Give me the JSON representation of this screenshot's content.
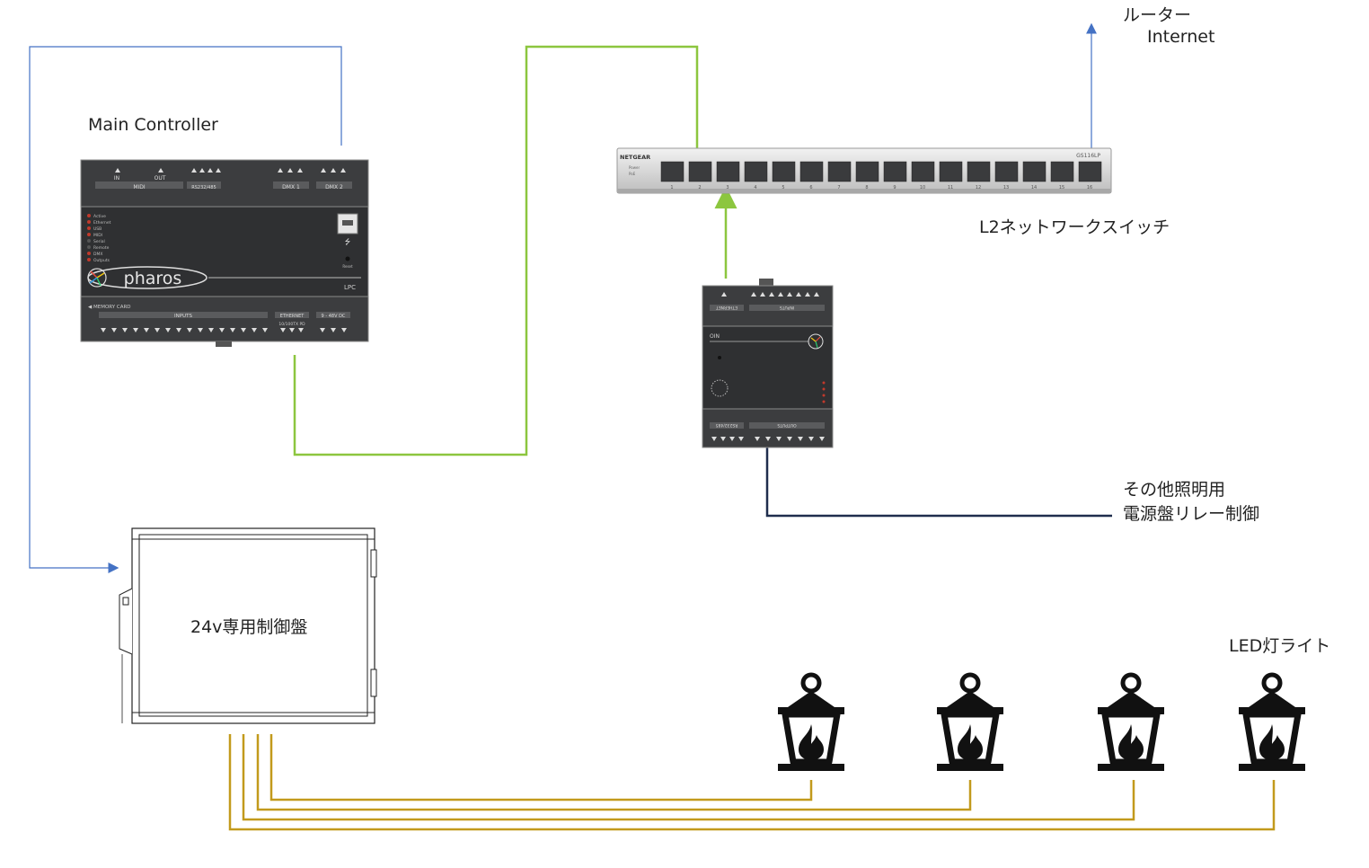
{
  "labels": {
    "main_controller": "Main Controller",
    "router": "ルーター",
    "internet": "Internet",
    "l2_switch": "L2ネットワークスイッチ",
    "relay_line1": "その他照明用",
    "relay_line2": "電源盤リレー制御",
    "panel": "24v専用制御盤",
    "led_lights": "LED灯ライト"
  },
  "controller": {
    "brand": "pharos",
    "model": "LPC",
    "top_groups": [
      "MIDI",
      "RS232/485",
      "DMX 1",
      "DMX 2"
    ],
    "midi_ports": [
      "IN",
      "OUT"
    ],
    "status_leds": [
      "Active",
      "Ethernet",
      "USB",
      "MIDI",
      "Serial",
      "Remote",
      "DMX",
      "Outputs"
    ],
    "reset_label": "Reset",
    "memory_card": "◀ MEMORY CARD",
    "bottom_groups": [
      "INPUTS",
      "ETHERNET",
      "9 - 48V DC"
    ],
    "ethernet_sub": "10/100TX PD"
  },
  "switch": {
    "brand": "NETGEAR",
    "model": "GS116LP",
    "ports": [
      "1",
      "2",
      "3",
      "4",
      "5",
      "6",
      "7",
      "8",
      "9",
      "10",
      "11",
      "12",
      "13",
      "14",
      "15",
      "16"
    ]
  },
  "expander": {
    "top_groups": [
      "ETHERNET 10/100TX PD",
      "INPUTS"
    ],
    "bottom_groups": [
      "RS232/485",
      "OUTPUTS"
    ],
    "label": "OIN"
  },
  "colors": {
    "ethernet": "#8cc63f",
    "relay": "#1f2d4d",
    "control": "#4472c4",
    "power": "#c29a1c",
    "device_dark": "#3a3b3d"
  },
  "icons": [
    "lantern-icon",
    "usb-icon",
    "arrow-up-icon",
    "arrow-right-icon",
    "arrow-down-icon"
  ]
}
